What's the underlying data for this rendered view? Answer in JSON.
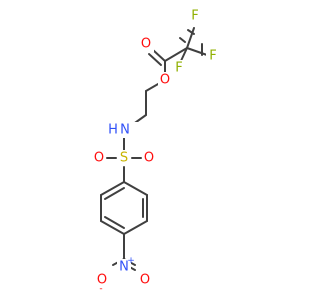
{
  "molecule": {
    "atoms": {
      "F1": "F",
      "F2": "F",
      "F3": "F",
      "O_carbonyl": "O",
      "O_ester": "O",
      "N_amide": "N",
      "H_amide": "H",
      "S": "S",
      "O_s1": "O",
      "O_s2": "O",
      "N_nitro": "N",
      "N_nitro_charge": "+",
      "O_nitro_1": "O",
      "O_nitro_1_charge": "-",
      "O_nitro_2": "O"
    },
    "colors": {
      "carbon_bond": "#404040",
      "oxygen": "#ff0d0d",
      "nitrogen": "#3050f8",
      "sulfur": "#c8b400",
      "fluorine": "#90b000"
    }
  }
}
